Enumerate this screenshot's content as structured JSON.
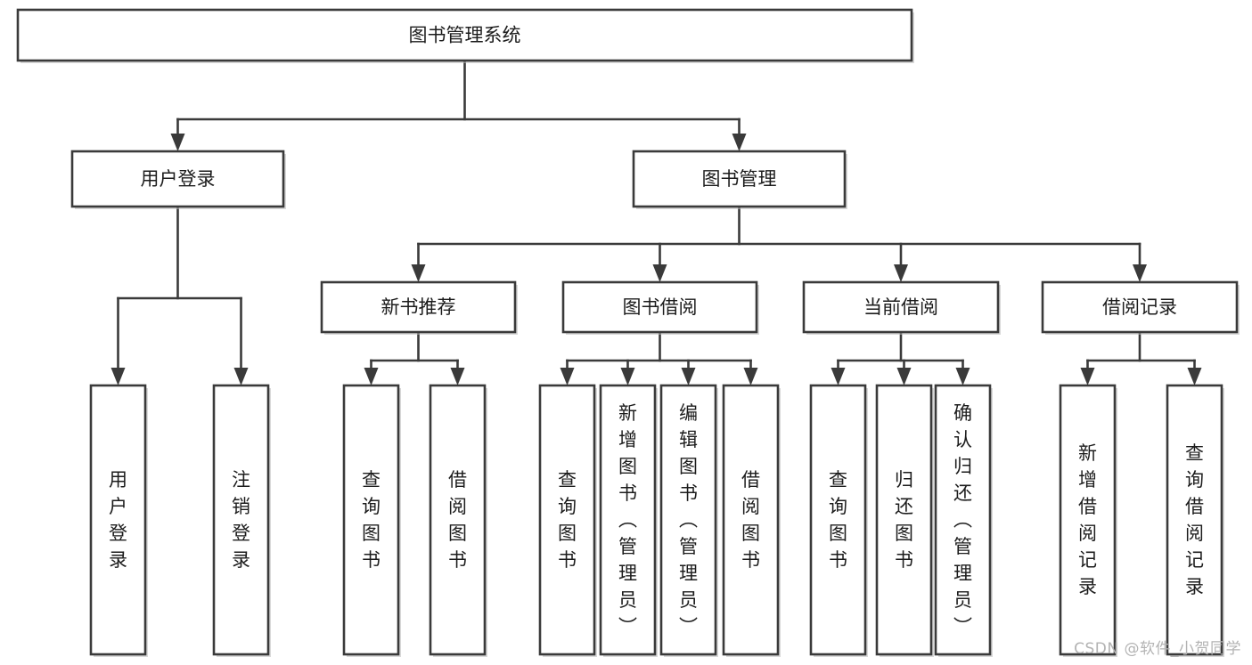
{
  "diagram": {
    "type": "tree",
    "title": "图书管理系统",
    "watermark": "CSDN @软件_小贺同学",
    "colors": {
      "stroke": "#3a3a3a",
      "fill": "#ffffff",
      "text": "#1c1c1c",
      "watermark": "#b3b3b3"
    },
    "levels": {
      "root": {
        "label": "图书管理系统"
      },
      "level2": [
        {
          "id": "user-login",
          "label": "用户登录"
        },
        {
          "id": "book-manage",
          "label": "图书管理"
        }
      ],
      "level3": [
        {
          "id": "new-book-recommend",
          "label": "新书推荐",
          "parent": "book-manage"
        },
        {
          "id": "book-borrow",
          "label": "图书借阅",
          "parent": "book-manage"
        },
        {
          "id": "current-borrow",
          "label": "当前借阅",
          "parent": "book-manage"
        },
        {
          "id": "borrow-record",
          "label": "借阅记录",
          "parent": "book-manage"
        }
      ],
      "leaves": [
        {
          "id": "leaf-user-login",
          "label": "用户登录",
          "parent": "user-login"
        },
        {
          "id": "leaf-logout-login",
          "label": "注销登录",
          "parent": "user-login"
        },
        {
          "id": "leaf-query-book-1",
          "label": "查询图书",
          "parent": "new-book-recommend"
        },
        {
          "id": "leaf-borrow-book-1",
          "label": "借阅图书",
          "parent": "new-book-recommend"
        },
        {
          "id": "leaf-query-book-2",
          "label": "查询图书",
          "parent": "book-borrow"
        },
        {
          "id": "leaf-add-book",
          "label": "新增图书（管理员）",
          "parent": "book-borrow"
        },
        {
          "id": "leaf-edit-book",
          "label": "编辑图书（管理员）",
          "parent": "book-borrow"
        },
        {
          "id": "leaf-borrow-book-2",
          "label": "借阅图书",
          "parent": "book-borrow"
        },
        {
          "id": "leaf-query-book-3",
          "label": "查询图书",
          "parent": "current-borrow"
        },
        {
          "id": "leaf-return-book",
          "label": "归还图书",
          "parent": "current-borrow"
        },
        {
          "id": "leaf-confirm-return",
          "label": "确认归还（管理员）",
          "parent": "current-borrow"
        },
        {
          "id": "leaf-add-record",
          "label": "新增借阅记录",
          "parent": "borrow-record"
        },
        {
          "id": "leaf-query-record",
          "label": "查询借阅记录",
          "parent": "borrow-record"
        }
      ]
    }
  }
}
